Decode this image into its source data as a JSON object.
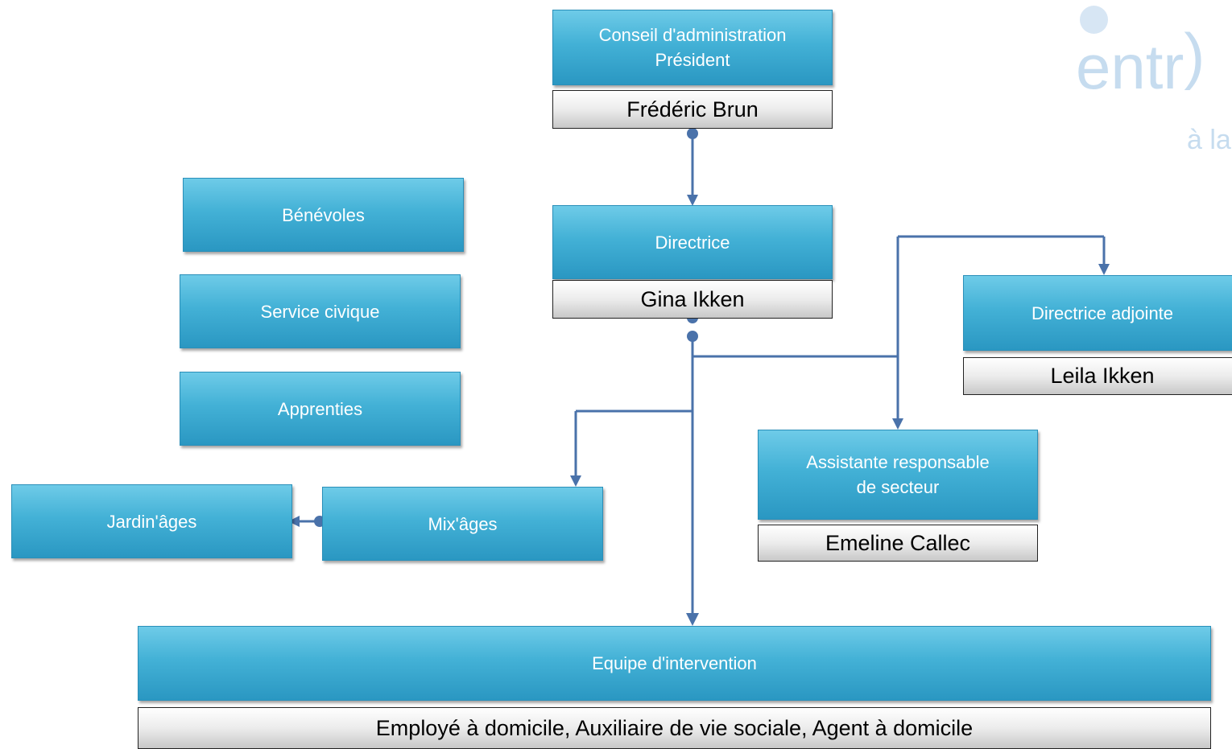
{
  "logo": {
    "word": "entr",
    "paren": ")",
    "subline": "à la"
  },
  "boxes": {
    "conseil": {
      "line1": "Conseil d'administration",
      "line2": "Président",
      "person": "Frédéric Brun"
    },
    "directrice": {
      "title": "Directrice",
      "person": "Gina Ikken"
    },
    "adjointe": {
      "title": "Directrice adjointe",
      "person": "Leila Ikken"
    },
    "assistante": {
      "line1": "Assistante responsable",
      "line2": "de secteur",
      "person": "Emeline Callec"
    },
    "benevoles": {
      "title": "Bénévoles"
    },
    "service_civique": {
      "title": "Service civique"
    },
    "apprenties": {
      "title": "Apprenties"
    },
    "jardinages": {
      "title": "Jardin'âges"
    },
    "mixages": {
      "title": "Mix'âges"
    },
    "equipe": {
      "title": "Equipe d'intervention",
      "person": "Employé à domicile, Auxiliaire de vie sociale, Agent à domicile"
    }
  },
  "colors": {
    "box_fill": "#43b1d6",
    "connector": "#4a72aa",
    "logo": "#c6dcef"
  }
}
